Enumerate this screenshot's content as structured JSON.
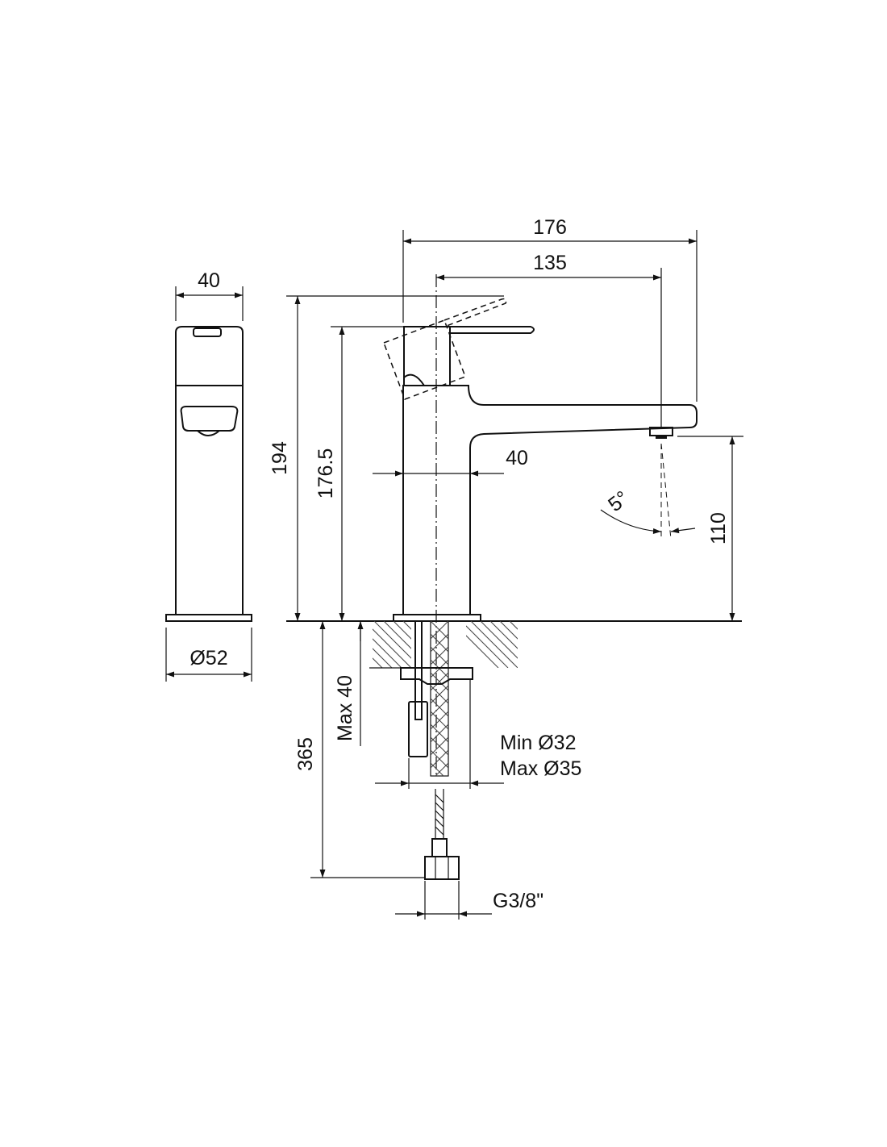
{
  "dimensions": {
    "side_width": "40",
    "base_diameter": "Ø52",
    "total_length": "176",
    "spout_reach": "135",
    "total_height": "194",
    "body_height": "176.5",
    "body_width": "40",
    "spout_height": "110",
    "spout_angle": "5°",
    "counter_thickness": "Max 40",
    "hose_length": "365",
    "hole_min": "Min Ø32",
    "hole_max": "Max Ø35",
    "connection_thread": "G3/8\""
  }
}
